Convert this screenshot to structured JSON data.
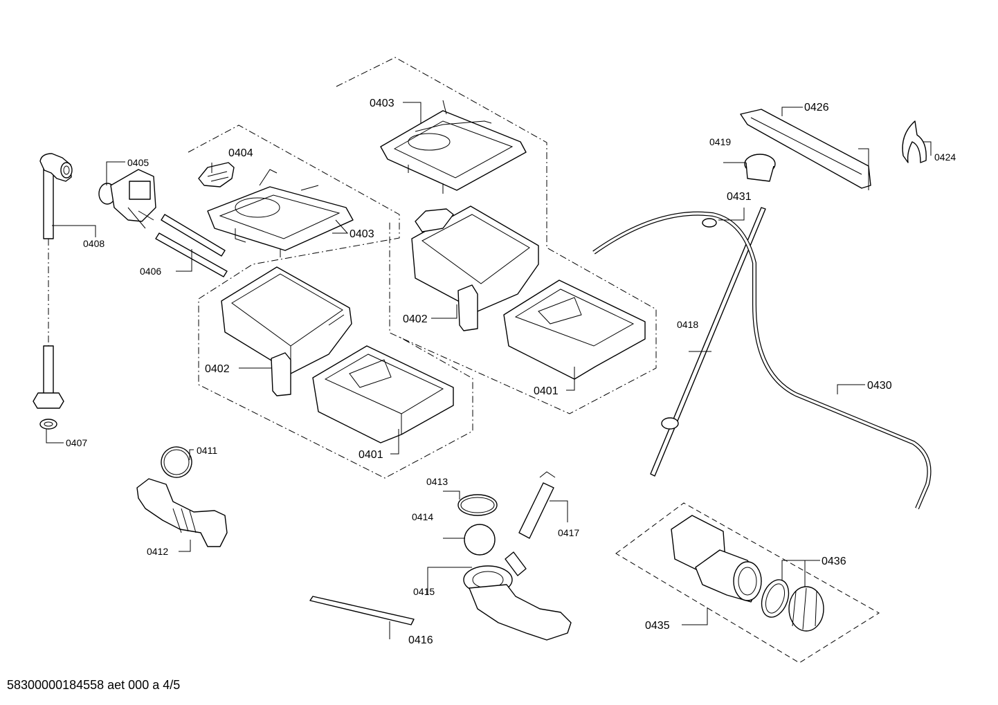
{
  "labels": {
    "p0403_top": "0403",
    "p0404": "0404",
    "p0403_mid": "0403",
    "p0405": "0405",
    "p0408": "0408",
    "p0406": "0406",
    "p0402_right": "0402",
    "p0402_left": "0402",
    "p0401_right": "0401",
    "p0401_left": "0401",
    "p0407": "0407",
    "p0411": "0411",
    "p0412": "0412",
    "p0413": "0413",
    "p0414": "0414",
    "p0415": "0415",
    "p0416": "0416",
    "p0417": "0417",
    "p0418": "0418",
    "p0419": "0419",
    "p0424": "0424",
    "p0426": "0426",
    "p0430": "0430",
    "p0431": "0431",
    "p0435": "0435",
    "p0436": "0436"
  },
  "footer": "58300000184558 aet 000 a 4/5"
}
